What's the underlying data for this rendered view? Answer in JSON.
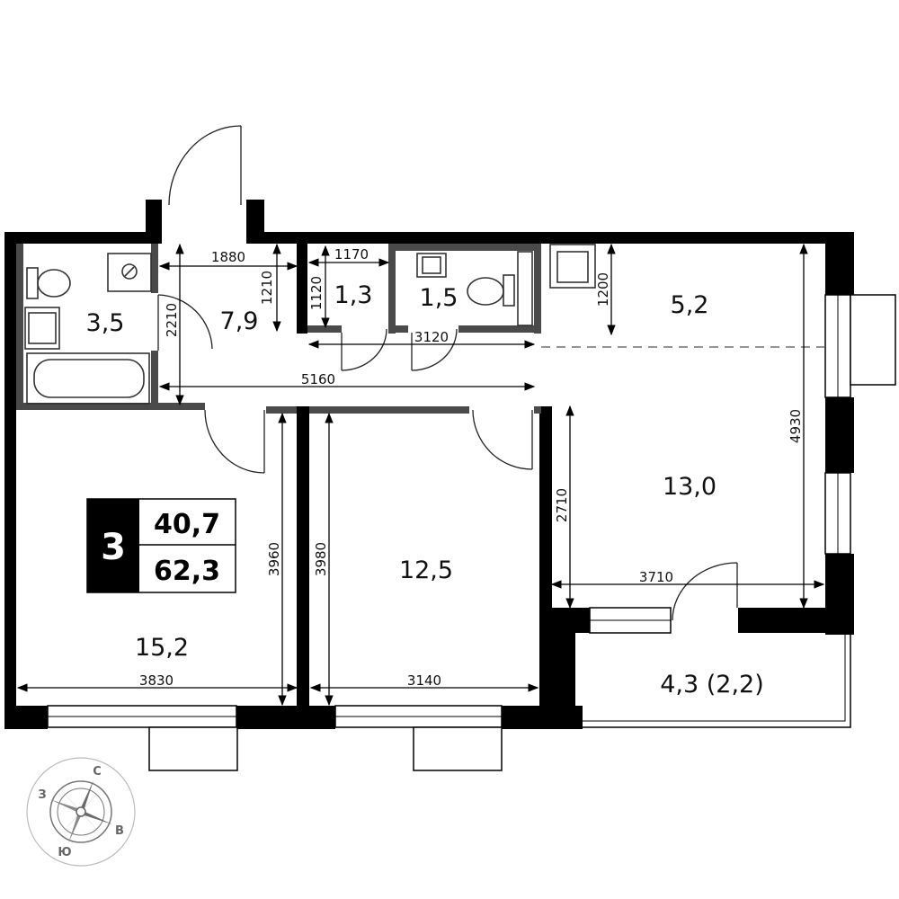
{
  "plan": {
    "room_count": "3",
    "living_area": "40,7",
    "total_area": "62,3",
    "rooms": {
      "bathroom": "3,5",
      "hallway": "7,9",
      "closet": "1,3",
      "wc": "1,5",
      "kitchen": "5,2",
      "living_room": "13,0",
      "bedroom_left": "15,2",
      "bedroom_mid": "12,5",
      "balcony": "4,3 (2,2)"
    },
    "dimensions": {
      "hall_width": "1880",
      "hall_depth": "1210",
      "bath_height": "2210",
      "closet_width": "1170",
      "closet_height": "1120",
      "corridor_upper": "3120",
      "kitchen_depth": "1200",
      "corridor_long": "5160",
      "living_height": "4930",
      "living_lower": "2710",
      "living_width": "3710",
      "left_room_height": "3960",
      "left_room_width": "3830",
      "mid_room_height": "3980",
      "mid_room_width": "3140"
    }
  },
  "compass": {
    "north": "С",
    "east": "В",
    "south": "Ю",
    "west": "З"
  }
}
